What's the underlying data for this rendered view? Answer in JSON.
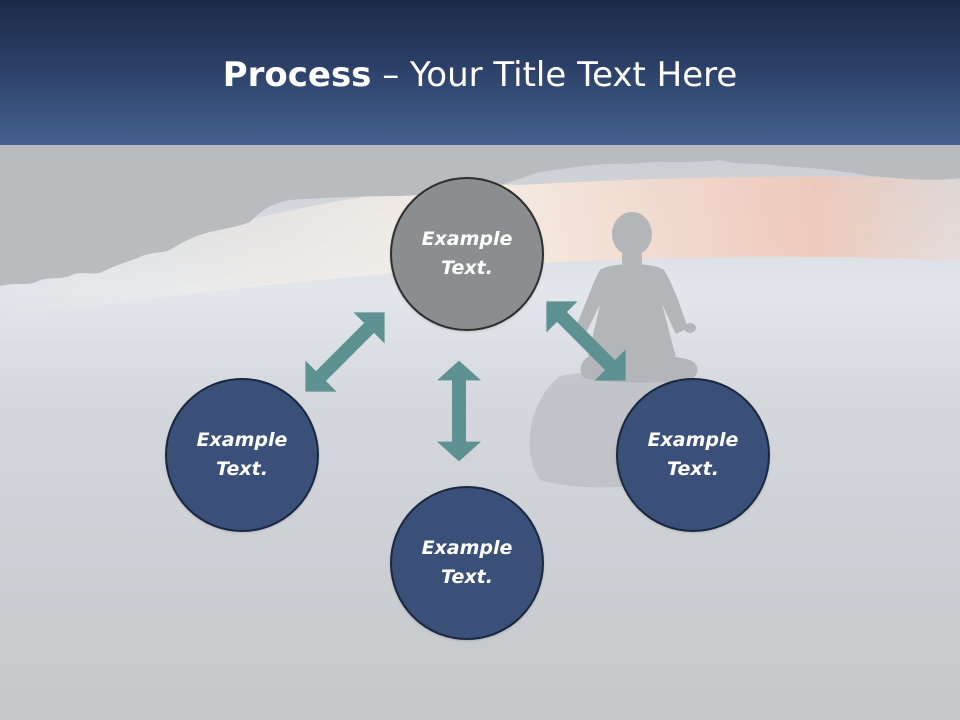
{
  "slide": {
    "title_bold": "Process",
    "title_rest": " – Your Title Text Here"
  },
  "nodes": [
    {
      "id": "top",
      "label": "Example\nText."
    },
    {
      "id": "left",
      "label": "Example\nText."
    },
    {
      "id": "bottom",
      "label": "Example\nText."
    },
    {
      "id": "right",
      "label": "Example\nText."
    }
  ],
  "colors": {
    "header": "#2c4067",
    "node_fill": "#3a5078",
    "top_node_fill": "#8c8d8f",
    "arrow": "#5e9191"
  },
  "icons": [
    "double-headed-arrow-icon"
  ]
}
